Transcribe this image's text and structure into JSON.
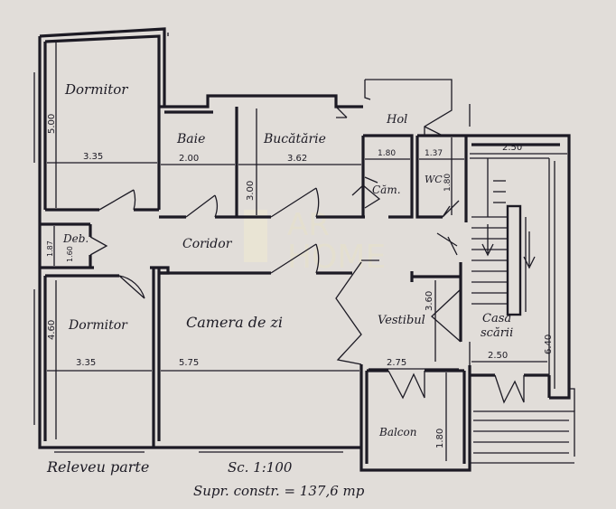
{
  "rooms": {
    "dormitor_top": "Dormitor",
    "baie": "Baie",
    "bucatarie": "Bucătărie",
    "hol": "Hol",
    "camara": "Căm.",
    "wc": "WC",
    "debara": "Deb.",
    "coridor": "Coridor",
    "dormitor_bottom": "Dormitor",
    "camera_de_zi": "Camera de zi",
    "vestibul": "Vestibul",
    "casa_scarii_1": "Casa",
    "casa_scarii_2": "scării",
    "balcon": "Balcon"
  },
  "dimensions": {
    "dormitor_top_height": "5.00",
    "dormitor_top_width": "3.35",
    "baie_width": "2.00",
    "bucatarie_width": "3.62",
    "bucatarie_height": "3.00",
    "camara_width": "1.80",
    "wc_width": "1.37",
    "wc_height": "1.80",
    "stair_top_width": "2.50",
    "debara_height": "1.87",
    "debara_width": "1.60",
    "dormitor_bottom_height": "4.60",
    "dormitor_bottom_width": "3.35",
    "camera_width": "5.75",
    "vestibul_height": "3.60",
    "vestibul_width": "2.75",
    "stair_bottom_width": "2.50",
    "stair_height": "6.40",
    "balcon_height": "1.80"
  },
  "footer": {
    "title": "Releveu parte",
    "scale": "Sc. 1:100",
    "area": "Supr. constr. = 137,6 mp"
  },
  "watermark": {
    "brand_1": "AR",
    "brand_2": "HOME"
  }
}
